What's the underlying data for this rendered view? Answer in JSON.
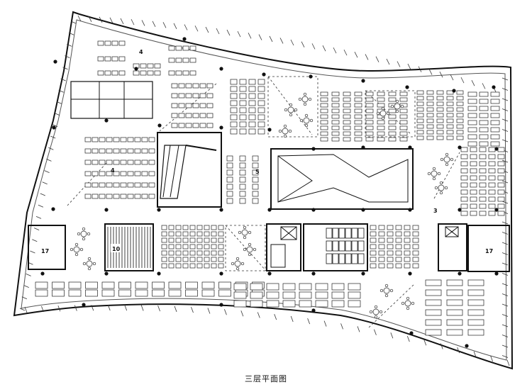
{
  "caption": "三层平面图",
  "room_numbers": {
    "upper_left_block": "4",
    "left_reading_area": "4",
    "atrium_mark": "5",
    "right_area_mark": "3",
    "left_core_room": "17",
    "right_core_room": "17",
    "stair_room": "10"
  },
  "icons": [
    "column-dot",
    "desk-cluster",
    "round-table",
    "stair",
    "elevator",
    "toilet-stall"
  ]
}
